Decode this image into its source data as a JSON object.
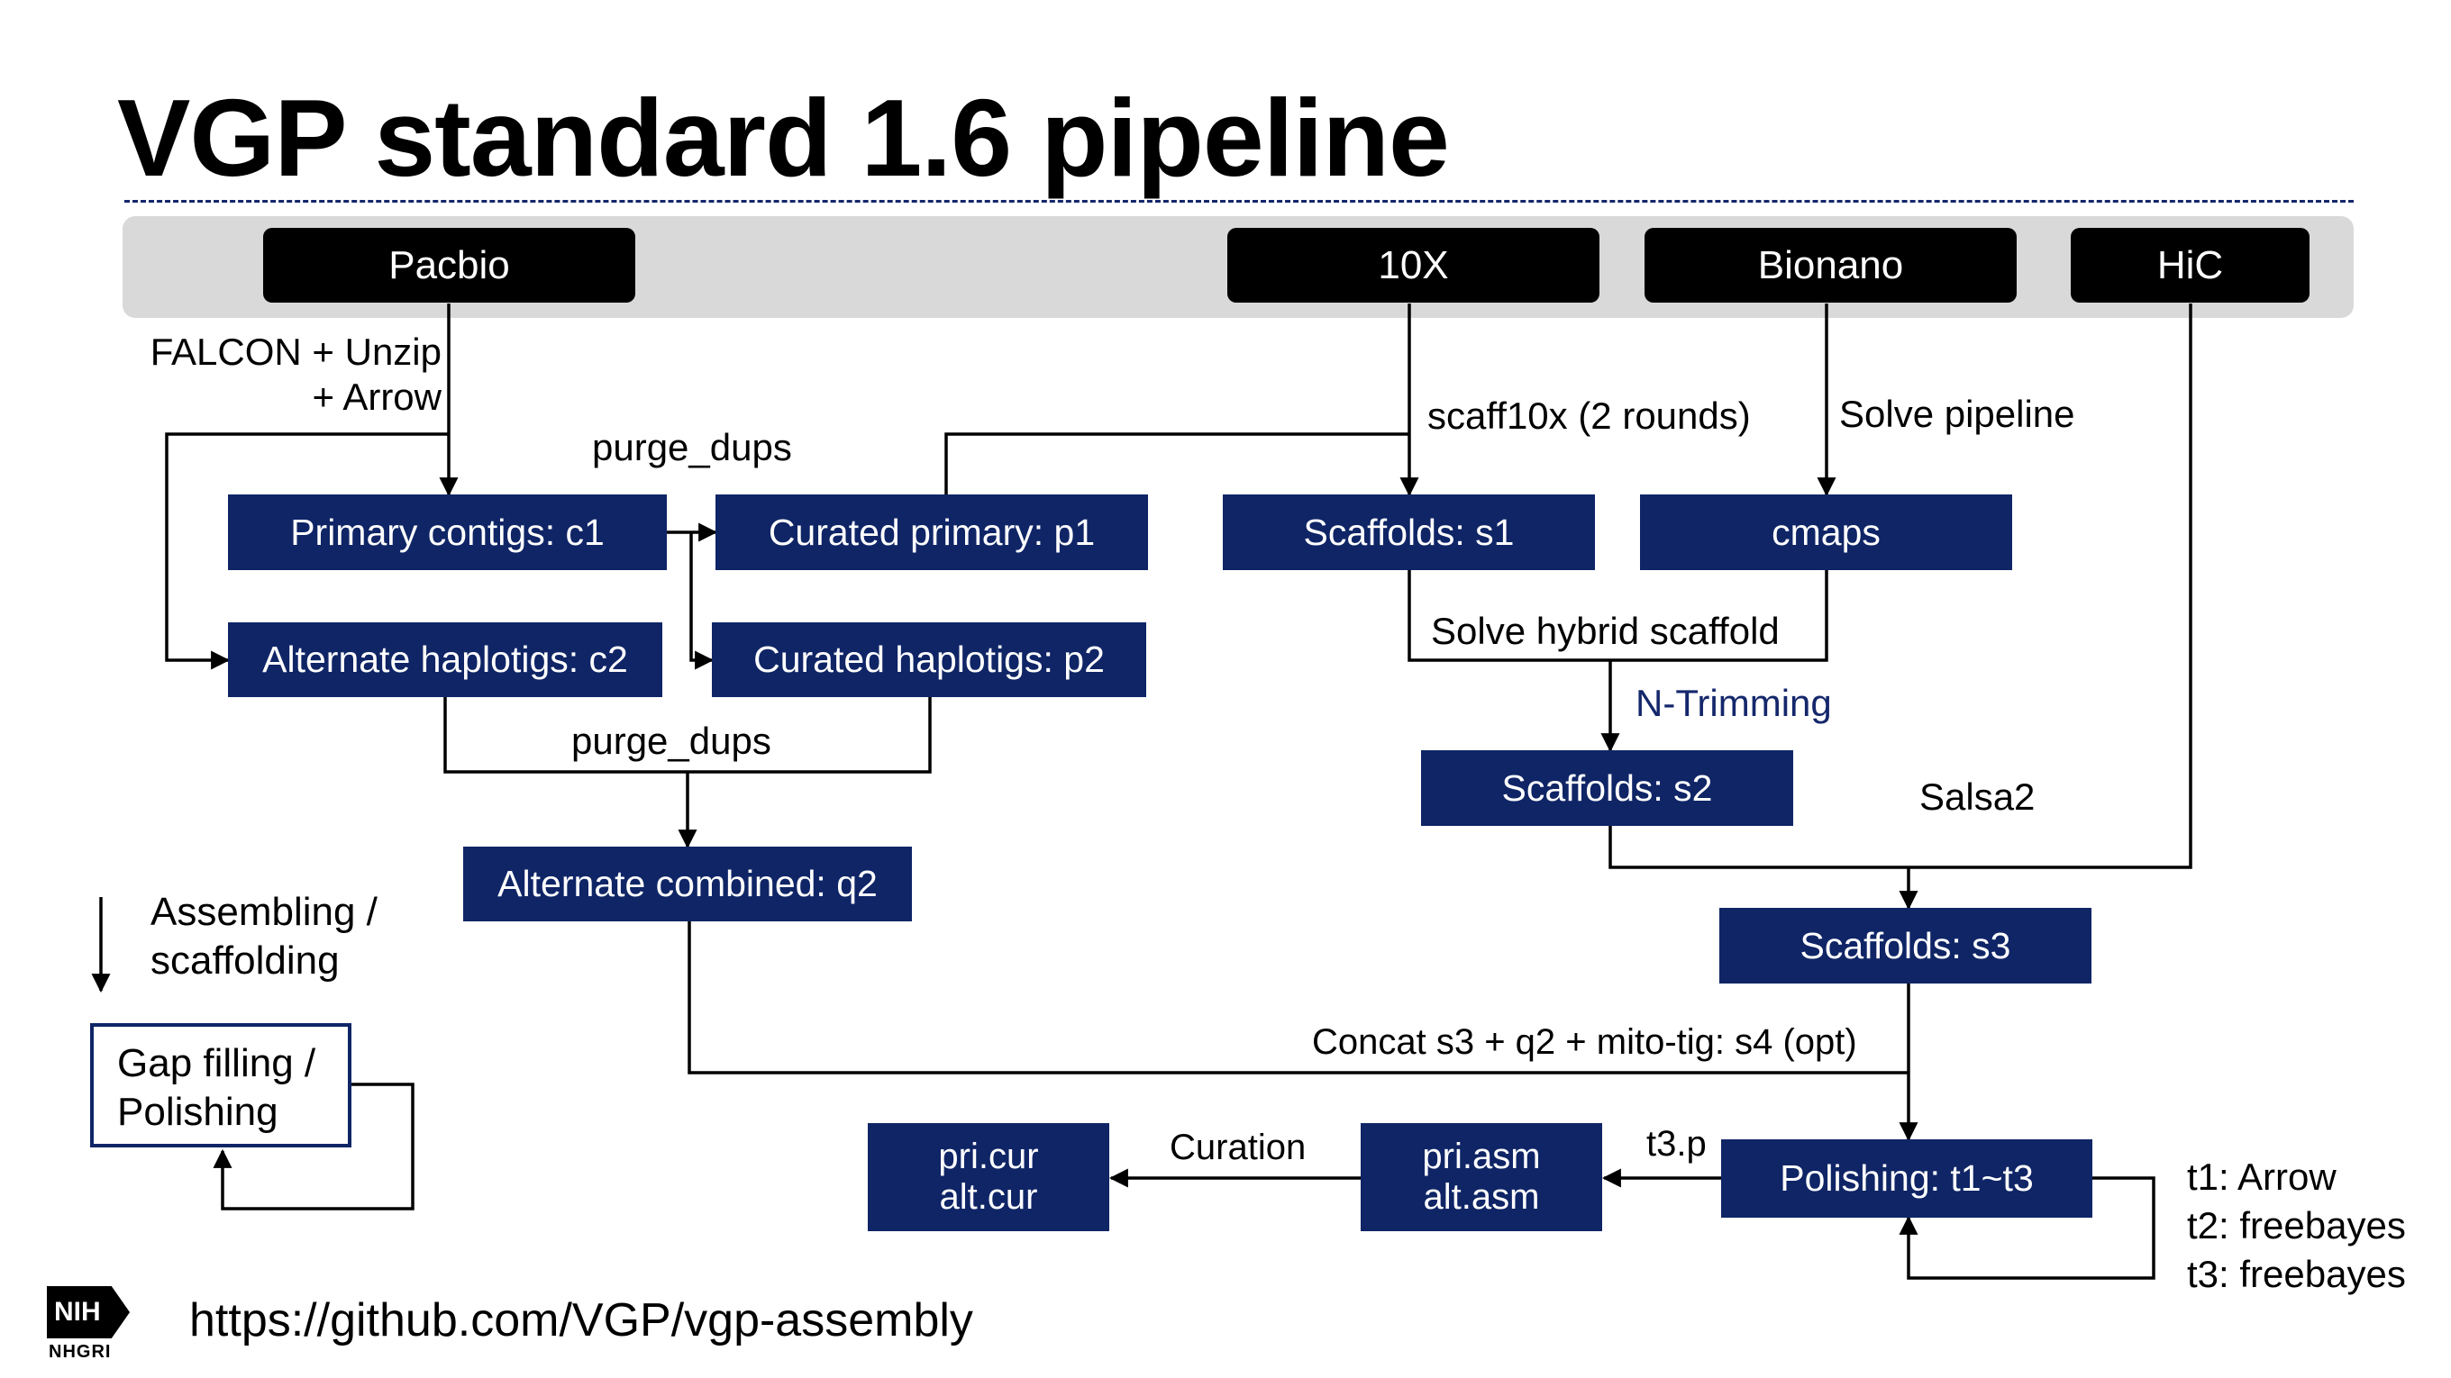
{
  "title": "VGP standard 1.6 pipeline",
  "sources": {
    "pacbio": "Pacbio",
    "tenx": "10X",
    "bionano": "Bionano",
    "hic": "HiC"
  },
  "nodes": {
    "c1": "Primary contigs: c1",
    "c2": "Alternate haplotigs: c2",
    "p1": "Curated primary: p1",
    "p2": "Curated haplotigs: p2",
    "q2": "Alternate combined: q2",
    "s1": "Scaffolds: s1",
    "cmaps": "cmaps",
    "s2": "Scaffolds: s2",
    "s3": "Scaffolds: s3",
    "polishing": "Polishing: t1~t3",
    "asm_line1": "pri.asm",
    "asm_line2": "alt.asm",
    "cur_line1": "pri.cur",
    "cur_line2": "alt.cur"
  },
  "labels": {
    "falcon_line1": "FALCON + Unzip",
    "falcon_line2": "+ Arrow",
    "purge_dups_top": "purge_dups",
    "purge_dups_bottom": "purge_dups",
    "scaff10x": "scaff10x (2 rounds)",
    "solve_pipeline": "Solve pipeline",
    "solve_hybrid": "Solve hybrid scaffold",
    "n_trimming": "N-Trimming",
    "salsa2": "Salsa2",
    "concat": "Concat s3 + q2 + mito-tig: s4 (opt)",
    "t3p": "t3.p",
    "curation": "Curation",
    "t1": "t1: Arrow",
    "t2": "t2: freebayes",
    "t3": "t3: freebayes"
  },
  "legend": {
    "assembling_line1": "Assembling /",
    "assembling_line2": "scaffolding",
    "gap_line1": "Gap filling /",
    "gap_line2": "Polishing"
  },
  "footer": {
    "url": "https://github.com/VGP/vgp-assembly",
    "nih": "NIH",
    "nhgri": "NHGRI"
  },
  "colors": {
    "node_fill": "#0f2566",
    "source_fill": "#000000",
    "band": "#d9d9d9",
    "accent_text": "#14276b"
  }
}
